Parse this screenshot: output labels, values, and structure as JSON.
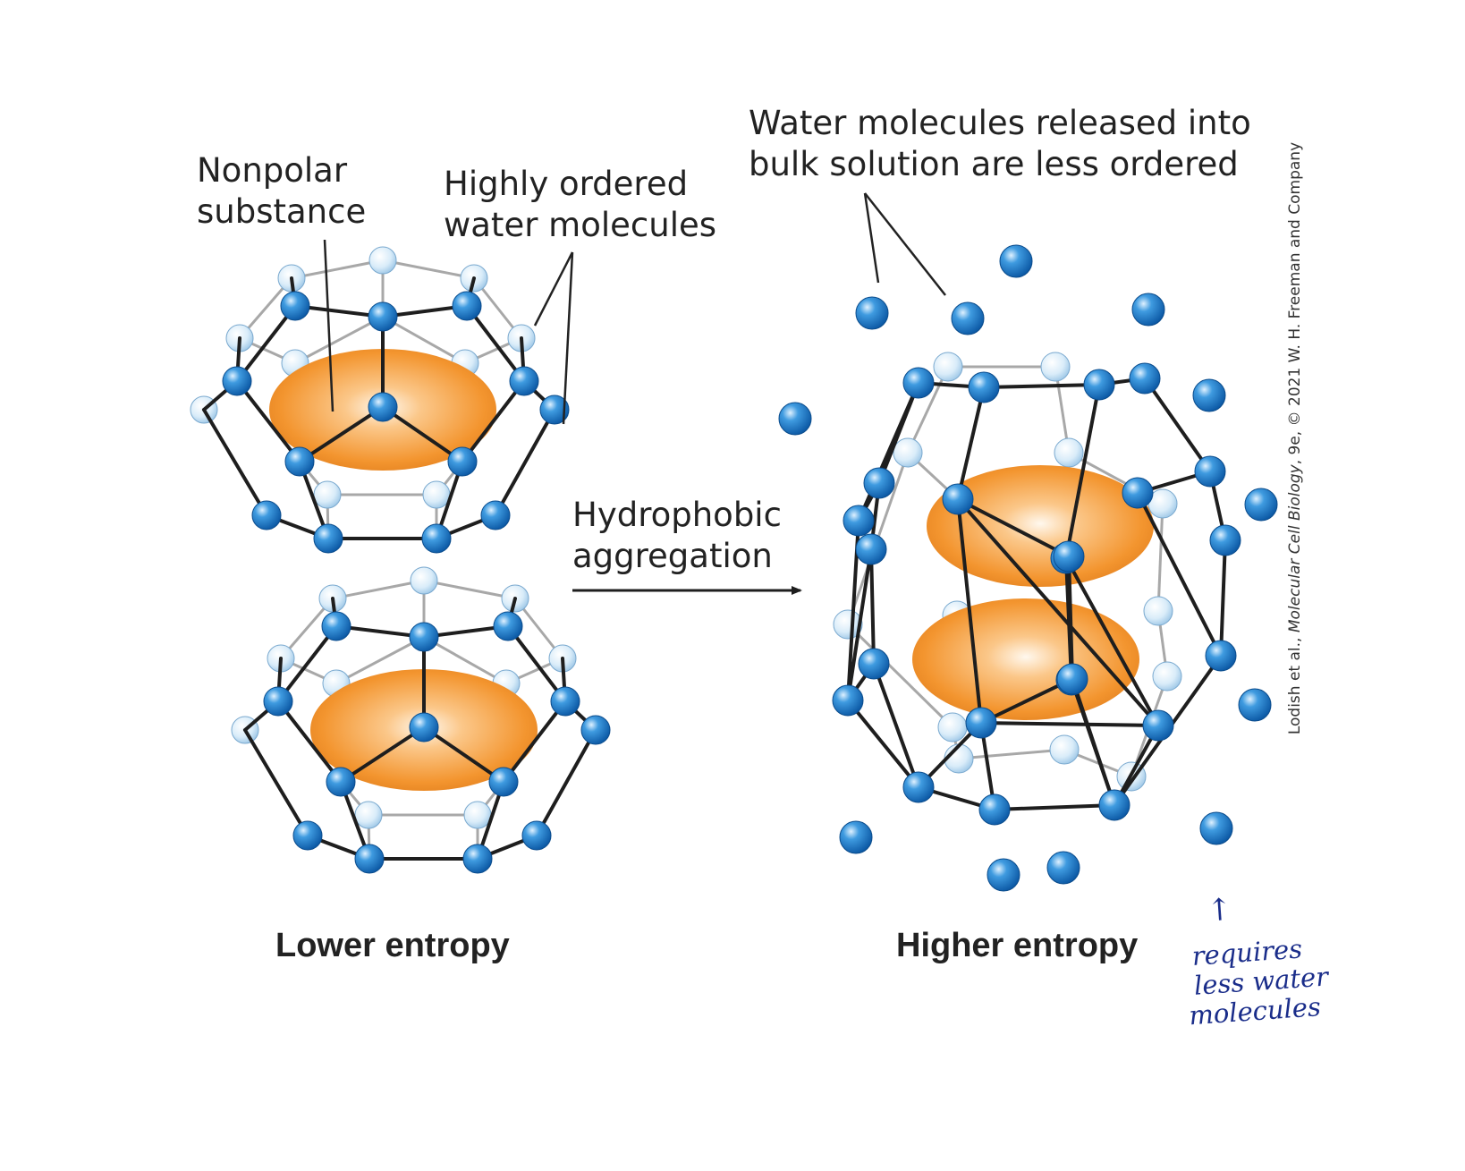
{
  "labels": {
    "nonpolar": [
      "Nonpolar",
      "substance"
    ],
    "ordered_water": [
      "Highly ordered",
      "water molecules"
    ],
    "released_water": [
      "Water molecules released into",
      "bulk solution are less ordered"
    ],
    "process": [
      "Hydrophobic",
      "aggregation"
    ],
    "lower_entropy": "Lower entropy",
    "higher_entropy": "Higher entropy"
  },
  "credit": {
    "prefix": "Lodish et al., ",
    "title": "Molecular Cell Biology",
    "suffix": ", 9e, © 2021 W. H. Freeman and Company"
  },
  "annotation": {
    "arrow": "↑",
    "lines": [
      "requires",
      "less water",
      "molecules"
    ]
  },
  "colors": {
    "molecule": "#1e7fcb",
    "molecule_pale": "#cfe6f6",
    "substance": "#f39a3c",
    "bond": "#1e1e1e",
    "bond_back": "#a8a8a8",
    "annotation": "#1a2d8a"
  }
}
